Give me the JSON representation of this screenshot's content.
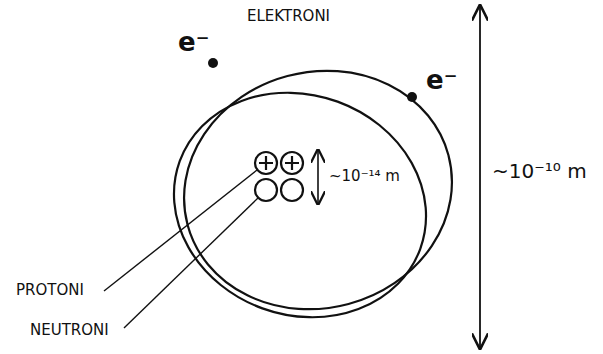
{
  "diagram": {
    "labels": [
      "ELEKTRONI",
      "e⁻",
      "e⁻",
      "~10⁻¹⁴ m",
      "~10⁻¹⁰ m",
      "PROTONI",
      "NEUTRONI"
    ]
  }
}
